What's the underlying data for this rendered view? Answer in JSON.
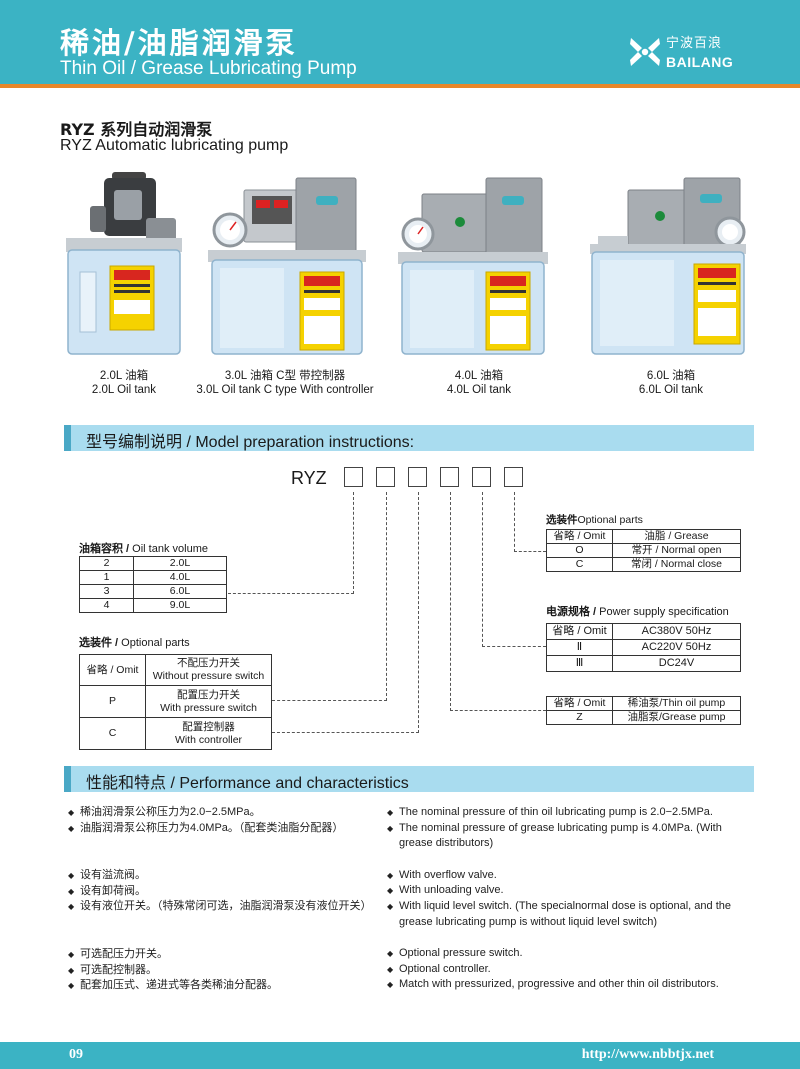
{
  "header": {
    "title_cn": "稀油/油脂润滑泵",
    "title_en": "Thin Oil / Grease Lubricating Pump",
    "logo_cn": "宁波百浪",
    "logo_en": "BAILANG",
    "colors": {
      "bar": "#3bb3c4",
      "accent": "#e8872a"
    }
  },
  "section": {
    "title_cn": "RYZ 系列自动润滑泵",
    "title_en": "RYZ Automatic lubricating pump"
  },
  "products": [
    {
      "line1": "2.0L 油箱",
      "line2": "2.0L Oil tank"
    },
    {
      "line1": "3.0L 油箱 C型 带控制器",
      "line2": "3.0L Oil tank C type With controller"
    },
    {
      "line1": "4.0L 油箱",
      "line2": "4.0L Oil tank"
    },
    {
      "line1": "6.0L 油箱",
      "line2": "6.0L Oil tank"
    }
  ],
  "model_bar": "型号编制说明 / Model preparation instructions:",
  "model_code": "RYZ",
  "volume": {
    "label_cn": "油箱容积 / ",
    "label_en": "Oil tank volume",
    "rows": [
      [
        "2",
        "2.0L"
      ],
      [
        "1",
        "4.0L"
      ],
      [
        "3",
        "6.0L"
      ],
      [
        "4",
        "9.0L"
      ]
    ]
  },
  "optional_left": {
    "label_cn": "选装件 / ",
    "label_en": "Optional parts",
    "rows": [
      [
        "省略 / Omit",
        "不配压力开关",
        "Without pressure switch"
      ],
      [
        "P",
        "配置压力开关",
        "With pressure switch"
      ],
      [
        "C",
        "配置控制器",
        "With controller"
      ]
    ]
  },
  "optional_right": {
    "label_cn": "选装件",
    "label_en": "Optional parts",
    "rows": [
      [
        "省略 / Omit",
        "油脂 / Grease"
      ],
      [
        "O",
        "常开 / Normal open"
      ],
      [
        "C",
        "常闭 / Normal close"
      ]
    ]
  },
  "power": {
    "label_cn": "电源规格 / ",
    "label_en": "Power supply specification",
    "rows": [
      [
        "省略 / Omit",
        "AC380V 50Hz"
      ],
      [
        "Ⅱ",
        "AC220V 50Hz"
      ],
      [
        "Ⅲ",
        "DC24V"
      ]
    ]
  },
  "pump_type": {
    "rows": [
      [
        "省略 / Omit",
        "稀油泵/Thin oil pump"
      ],
      [
        "Z",
        "油脂泵/Grease pump"
      ]
    ]
  },
  "perf_bar": "性能和特点 / Performance and characteristics",
  "features_cn": [
    [
      "稀油润滑泵公称压力为2.0−2.5MPa。",
      "油脂润滑泵公称压力为4.0MPa。（配套类油脂分配器）"
    ],
    [
      "设有溢流阀。",
      "设有卸荷阀。",
      "设有液位开关。（特殊常闭可选，油脂润滑泵没有液位开关）"
    ],
    [
      "可选配压力开关。",
      "可选配控制器。",
      "配套加压式、递进式等各类稀油分配器。"
    ]
  ],
  "features_en": [
    [
      "The nominal pressure of thin oil lubricating pump is 2.0−2.5MPa.",
      "The nominal pressure of grease lubricating pump is 4.0MPa. (With grease distributors)"
    ],
    [
      "With overflow valve.",
      "With unloading valve.",
      "With liquid level switch. (The specialnormal dose is optional, and the grease lubricating pump is without liquid level switch)"
    ],
    [
      "Optional pressure switch.",
      "Optional controller.",
      "Match with pressurized, progressive and other thin oil distributors."
    ]
  ],
  "footer": {
    "page": "09",
    "url": "http://www.nbbtjx.net"
  }
}
